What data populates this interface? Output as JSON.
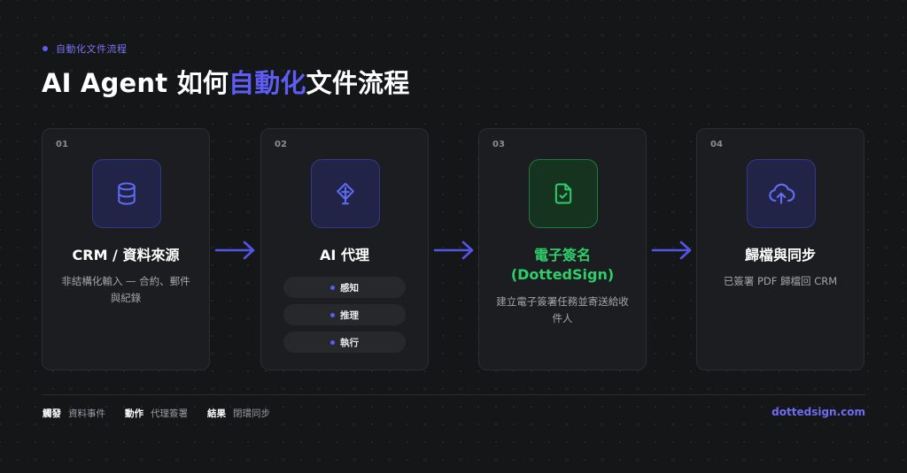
{
  "header": {
    "eyebrow": "自動化文件流程",
    "title_pre": "AI Agent 如何",
    "title_highlight": "自動化",
    "title_post": "文件流程"
  },
  "steps": [
    {
      "number": "01",
      "icon": "database-icon",
      "title": "CRM / 資料來源",
      "description": "非結構化輸入 — 合約、郵件與紀錄"
    },
    {
      "number": "02",
      "icon": "ai-agent-icon",
      "title": "AI 代理",
      "items": [
        "感知",
        "推理",
        "執行"
      ]
    },
    {
      "number": "03",
      "icon": "document-check-icon",
      "title_line1": "電子簽名",
      "title_line2": "(DottedSign)",
      "description": "建立電子簽署任務並寄送給收件人"
    },
    {
      "number": "04",
      "icon": "cloud-upload-icon",
      "title": "歸檔與同步",
      "description": "已簽署 PDF 歸檔回 CRM"
    }
  ],
  "footer": {
    "trigger_key": "觸發",
    "trigger_value": "資料事件",
    "action_key": "動作",
    "action_value": "代理簽署",
    "result_key": "結果",
    "result_value": "閉環同步",
    "website": "dottedsign.com"
  },
  "colors": {
    "background": "#151618",
    "accent": "#5d5cf5",
    "success": "#2ecf6a",
    "card": "#1c1d20"
  }
}
